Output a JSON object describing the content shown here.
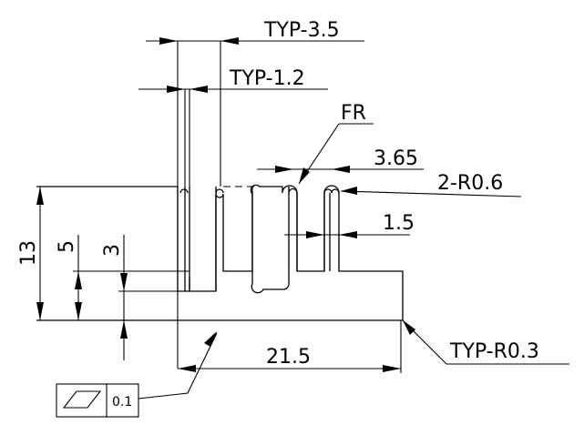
{
  "labels": {
    "typ_pitch": "TYP-3.5",
    "typ_slot": "TYP-1.2",
    "fr": "FR",
    "gap": "3.65",
    "radius_two": "2-R0.6",
    "fin_width": "1.5",
    "height_total": "13",
    "height_base": "5",
    "height_slot": "3",
    "width_total": "21.5",
    "corner_radius": "TYP-R0.3"
  },
  "tolerance_frame": {
    "symbol": "flatness-icon",
    "value": "0.1"
  }
}
